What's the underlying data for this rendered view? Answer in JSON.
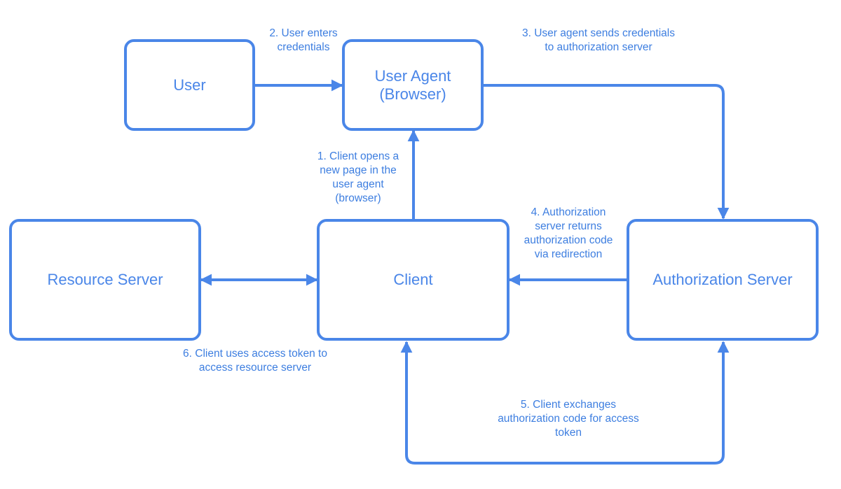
{
  "colors": {
    "stroke": "#4a86e8",
    "text": "#3d7ee0",
    "background": "#ffffff"
  },
  "nodes": {
    "user": "User",
    "user_agent": "User Agent\n(Browser)",
    "resource_server": "Resource Server",
    "client": "Client",
    "authorization_server": "Authorization Server"
  },
  "edges": {
    "step1": "1. Client opens a\nnew page in the\nuser agent\n(browser)",
    "step2": "2. User enters\ncredentials",
    "step3": "3. User agent sends credentials\nto authorization server",
    "step4": "4. Authorization\nserver returns\nauthorization code\nvia redirection",
    "step5": "5. Client exchanges\nauthorization code for access\ntoken",
    "step6": "6. Client uses access token to\naccess resource server"
  }
}
